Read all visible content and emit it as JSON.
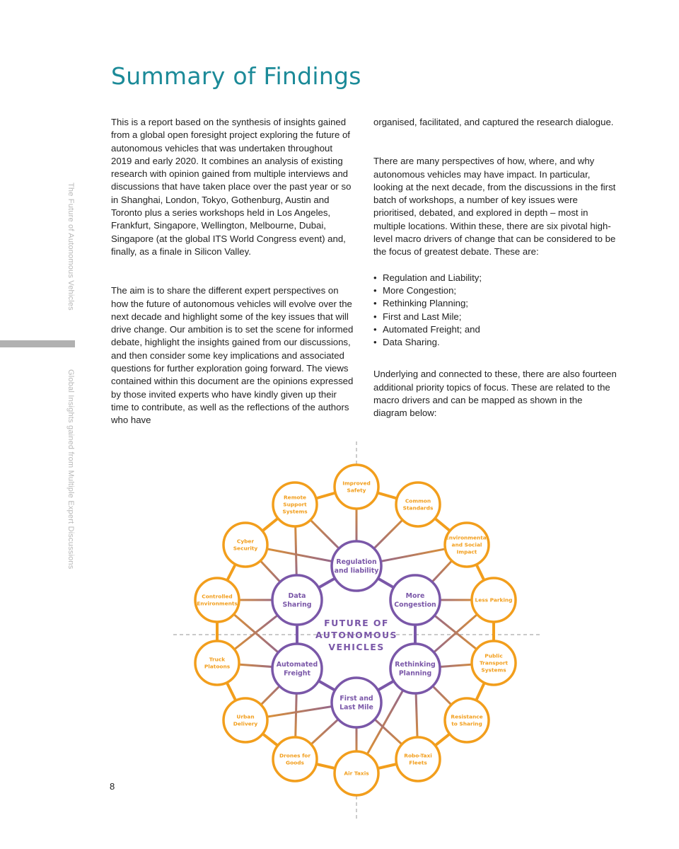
{
  "page": {
    "title": "Summary of Findings",
    "page_number": "8",
    "side_label_top": "The Future of Autonomous Vehicles",
    "side_label_bottom": "Global Insights gained from Multiple Expert Discussions"
  },
  "left_column": {
    "paragraph_1": "This is a report based on the synthesis of insights gained from a global open foresight project exploring the future of autonomous vehicles that was undertaken throughout 2019 and early 2020. It combines an analysis of existing research with opinion gained from multiple interviews and discussions that have taken place over the past year or so in Shanghai, London, Tokyo, Gothenburg, Austin and Toronto plus a series workshops held in Los Angeles, Frankfurt, Singapore, Wellington, Melbourne, Dubai, Singapore (at the global ITS World Congress event) and, finally, as a finale in Silicon Valley.",
    "paragraph_2": "The aim is to share the different expert perspectives on how the future of autonomous vehicles will evolve over the next decade and highlight some of the key issues that will drive change. Our ambition is to set the scene for informed debate, highlight the insights gained from our discussions, and then consider some key implications and associated questions for further exploration going forward. The views contained within this document are the opinions expressed by those invited experts who have kindly given up their time to contribute, as well as the reflections of the authors who have"
  },
  "right_column": {
    "paragraph_1": "organised, facilitated, and captured the research dialogue.",
    "paragraph_2": "There are many perspectives of how, where, and why autonomous vehicles may have impact. In particular, looking at the next decade, from the discussions in the first batch of workshops, a number of key issues were prioritised, debated, and explored in depth – most in multiple locations. Within these, there are six pivotal high-level macro drivers of change that can be considered to be the focus of greatest debate. These are:",
    "bullets": [
      "Regulation and Liability;",
      "More Congestion;",
      "Rethinking Planning;",
      "First and Last Mile;",
      "Automated Freight; and",
      "Data Sharing."
    ],
    "paragraph_3": "Underlying and connected to these, there are also fourteen additional priority topics of focus. These are related to the macro drivers and can be mapped as shown in the diagram below:"
  },
  "diagram": {
    "colors": {
      "driver": "#7a57a8",
      "topic": "#f29e1c",
      "guide": "#aaaaaa"
    },
    "center_label": [
      "FUTURE OF",
      "AUTONOMOUS",
      "VEHICLES"
    ],
    "drivers": [
      {
        "id": "reg",
        "label": [
          "Regulation",
          "and liability"
        ]
      },
      {
        "id": "cong",
        "label": [
          "More",
          "Congestion"
        ]
      },
      {
        "id": "plan",
        "label": [
          "Rethinking",
          "Planning"
        ]
      },
      {
        "id": "flm",
        "label": [
          "First and",
          "Last Mile"
        ]
      },
      {
        "id": "freight",
        "label": [
          "Automated",
          "Freight"
        ]
      },
      {
        "id": "data",
        "label": [
          "Data",
          "Sharing"
        ]
      }
    ],
    "topics": [
      {
        "id": "safety",
        "label": [
          "Improved",
          "Safety"
        ]
      },
      {
        "id": "standards",
        "label": [
          "Common",
          "Standards"
        ]
      },
      {
        "id": "env",
        "label": [
          "Environmental",
          "and Social",
          "Impact"
        ]
      },
      {
        "id": "parking",
        "label": [
          "Less Parking"
        ]
      },
      {
        "id": "transit",
        "label": [
          "Public",
          "Transport",
          "Systems"
        ]
      },
      {
        "id": "resist",
        "label": [
          "Resistance",
          "to Sharing"
        ]
      },
      {
        "id": "robotaxi",
        "label": [
          "Robo-Taxi",
          "Fleets"
        ]
      },
      {
        "id": "airtaxi",
        "label": [
          "Air Taxis"
        ]
      },
      {
        "id": "drones",
        "label": [
          "Drones for",
          "Goods"
        ]
      },
      {
        "id": "urban",
        "label": [
          "Urban",
          "Delivery"
        ]
      },
      {
        "id": "truck",
        "label": [
          "Truck",
          "Platoons"
        ]
      },
      {
        "id": "controlled",
        "label": [
          "Controlled",
          "Environments"
        ]
      },
      {
        "id": "cyber",
        "label": [
          "Cyber",
          "Security"
        ]
      },
      {
        "id": "remote",
        "label": [
          "Remote",
          "Support",
          "Systems"
        ]
      }
    ],
    "links": [
      [
        "reg",
        "safety"
      ],
      [
        "reg",
        "remote"
      ],
      [
        "reg",
        "standards"
      ],
      [
        "reg",
        "cyber"
      ],
      [
        "reg",
        "env"
      ],
      [
        "cong",
        "env"
      ],
      [
        "cong",
        "parking"
      ],
      [
        "cong",
        "transit"
      ],
      [
        "plan",
        "parking"
      ],
      [
        "plan",
        "transit"
      ],
      [
        "plan",
        "resist"
      ],
      [
        "plan",
        "robotaxi"
      ],
      [
        "plan",
        "airtaxi"
      ],
      [
        "flm",
        "urban"
      ],
      [
        "flm",
        "drones"
      ],
      [
        "flm",
        "airtaxi"
      ],
      [
        "flm",
        "robotaxi"
      ],
      [
        "freight",
        "truck"
      ],
      [
        "freight",
        "urban"
      ],
      [
        "freight",
        "drones"
      ],
      [
        "freight",
        "controlled"
      ],
      [
        "data",
        "remote"
      ],
      [
        "data",
        "cyber"
      ],
      [
        "data",
        "controlled"
      ],
      [
        "data",
        "truck"
      ]
    ]
  }
}
